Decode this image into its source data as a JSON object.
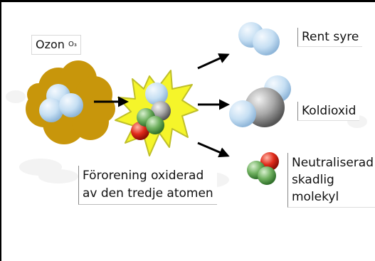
{
  "labels": {
    "ozon": "Ozon",
    "ozon_formula": "O₃",
    "rent_syre": "Rent syre",
    "koldioxid": "Koldioxid",
    "neutraliserad": [
      "Neutraliserad",
      "skadlig",
      "molekyl"
    ],
    "fororening": [
      "Förorening oxiderad",
      "av den tredje atomen"
    ]
  },
  "colors": {
    "ozone_cloud": "#c8960b",
    "explosion_fill": "#f5f52a",
    "explosion_stroke": "#bfbf2a",
    "oxygen_atom": "#c6dff3",
    "carbon_atom": "#9b9b9b",
    "green_atom": "#6fb05f",
    "red_atom": "#e02a1a",
    "arrow": "#000000"
  },
  "icons": [
    "ozone-molecule-icon",
    "explosion-icon",
    "oxygen-molecule-icon",
    "carbon-dioxide-icon",
    "neutralized-molecule-icon"
  ]
}
